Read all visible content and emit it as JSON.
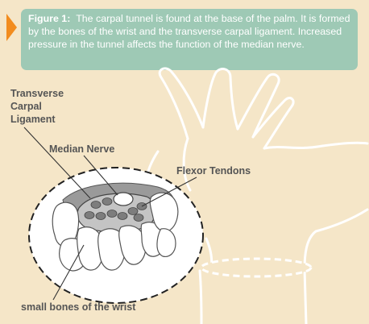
{
  "caption": {
    "figure_label": "Figure 1:",
    "text": "The carpal tunnel is found at the base of the palm. It is formed by the bones of the wrist and the transverse carpal ligament. Increased pressure in the tunnel affects the function of the median nerve."
  },
  "labels": {
    "transverse_carpal_ligament": "Transverse Carpal Ligament",
    "median_nerve": "Median Nerve",
    "flexor_tendons": "Flexor Tendons",
    "small_bones": "small bones of the wrist"
  },
  "colors": {
    "background": "#f5e6c8",
    "caption_box": "#9ec9b5",
    "arrow": "#f28c1e",
    "hand_outline": "#ffffff",
    "ligament": "#9a9a9a",
    "tunnel": "#c4c4c4",
    "tendon": "#7d7d7d",
    "label_text": "#555555"
  }
}
